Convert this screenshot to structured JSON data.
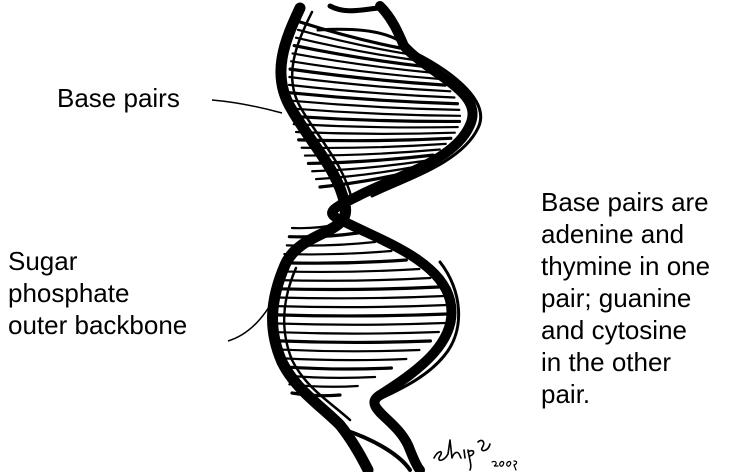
{
  "labels": {
    "base_pairs": "Base pairs",
    "backbone_lines": [
      "Sugar",
      "phosphate",
      "outer backbone"
    ],
    "note_lines": [
      "Base pairs are",
      "adenine and",
      "thymine in one",
      "pair; guanine",
      "and cytosine",
      "in the other",
      "pair."
    ]
  },
  "signature": {
    "name": "shipp",
    "year": "2009"
  },
  "colors": {
    "ink": "#000000",
    "background": "#ffffff"
  }
}
